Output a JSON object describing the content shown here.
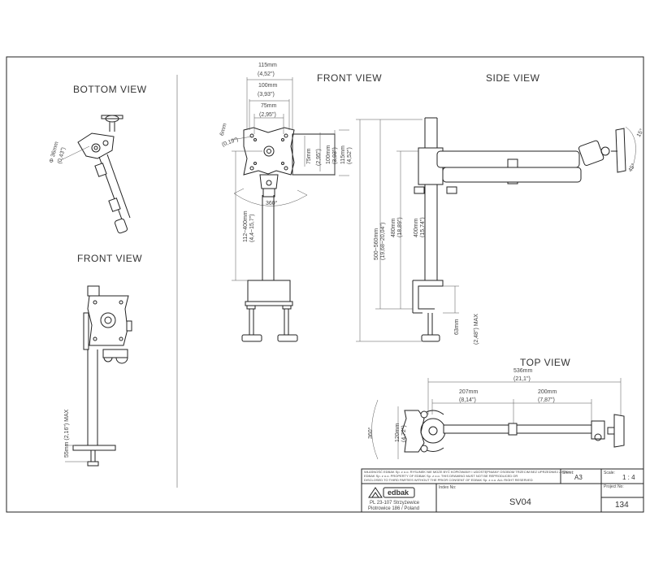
{
  "views": {
    "bottom": "BOTTOM VIEW",
    "front_small": "FRONT VIEW",
    "front": "FRONT VIEW",
    "side": "SIDE VIEW",
    "top": "TOP VIEW"
  },
  "dims": {
    "d_115mm": "115mm",
    "d_452in": "(4,52\")",
    "d_100mm": "100mm",
    "d_393in": "(3,93\")",
    "d_75mm": "75mm",
    "d_295in": "(2,95\")",
    "phi6mm": "6mm",
    "phi019in": "(0,19\")",
    "v_75mm": "75mm",
    "v_295in": "(2,95\")",
    "v_100mm": "100mm",
    "v_393in": "(3,93\")",
    "v_115mm": "115mm",
    "v_452in": "(4,52\")",
    "angle_360_front": "360°",
    "d_112_400": "112~400mm",
    "d_44_157": "(4,4~15,7\")",
    "d_480": "480mm",
    "d_1889": "(18,89\")",
    "d_400": "400mm",
    "d_1574": "(15,74\")",
    "d_500_560": "500~560mm",
    "d_1968_2204": "(19,68~20,04\")",
    "d_63_max": "63mm",
    "d_248_max": "(2,48\") MAX",
    "d_side_angle1": "15°",
    "d_side_angle2": "45°",
    "bottom_phi": "Φ 36mm",
    "bottom_phi_in": "(0,43\")",
    "front_small_max": "55mm (2,16\") MAX",
    "d_536": "536mm",
    "d_211": "(21,1\")",
    "d_207": "207mm",
    "d_814": "(8,14\")",
    "d_200": "200mm",
    "d_787": "(7,87\")",
    "d_120": "120mm",
    "d_472": "(4,72\")",
    "angle_360_top": "360°"
  },
  "title_block": {
    "copyright": "WŁASNOŚĆ EDBAK Sp. z o.o. RYSUNEK NIE MOŻE BYĆ KOPIOWANY I UDOSTĘPNIANY OSOBOM TRZECIM BEZ UPRZEDNIEJ ZGODY EDBAK Sp. z o.o. PROPERTY OF EDBAK Sp. z o.o. THIS DRAWING MUST NOT BE REPRODUCED OR DISCLOSED TO THIRD PARTIES WITHOUT THE PRIOR CONSENT OF EDBAK Sp. z o.o. ALL RIGHT RESERVED",
    "sheet_label": "Sheet:",
    "sheet_value": "A3",
    "scale_label": "Scale:",
    "scale_value": "1 : 4",
    "index_label": "Index No:",
    "index_value": "SV04",
    "project_label": "Project No:",
    "project_value": "134",
    "logo_text": "edbak",
    "address_line1": "PL 23-107 Strzyżewice",
    "address_line2": "Piotrowice 186 / Poland"
  }
}
